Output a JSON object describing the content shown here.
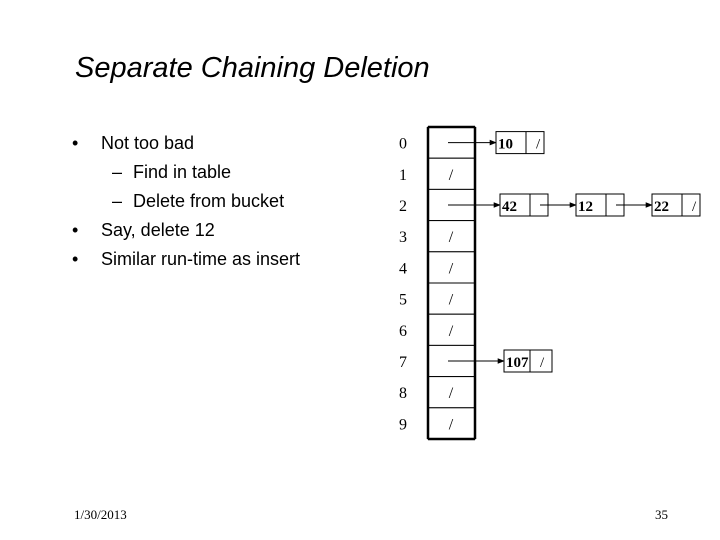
{
  "slide": {
    "title": "Separate Chaining Deletion",
    "bullets": [
      {
        "level": 1,
        "marker": "•",
        "text": "Not too bad"
      },
      {
        "level": 2,
        "marker": "–",
        "text": "Find in table"
      },
      {
        "level": 2,
        "marker": "–",
        "text": "Delete from bucket"
      },
      {
        "level": 1,
        "marker": "•",
        "text": "Say, delete 12"
      },
      {
        "level": 1,
        "marker": "•",
        "text": "Similar run-time as insert"
      }
    ],
    "footer": {
      "date": "1/30/2013",
      "page": "35"
    }
  },
  "hash_table": {
    "null_symbol": "/",
    "slots": [
      {
        "index": "0",
        "chain": [
          {
            "key": "10"
          }
        ]
      },
      {
        "index": "1",
        "chain": []
      },
      {
        "index": "2",
        "chain": [
          {
            "key": "42"
          },
          {
            "key": "12"
          },
          {
            "key": "22"
          }
        ]
      },
      {
        "index": "3",
        "chain": []
      },
      {
        "index": "4",
        "chain": []
      },
      {
        "index": "5",
        "chain": []
      },
      {
        "index": "6",
        "chain": []
      },
      {
        "index": "7",
        "chain": [
          {
            "key": "107"
          }
        ]
      },
      {
        "index": "8",
        "chain": []
      },
      {
        "index": "9",
        "chain": []
      }
    ]
  }
}
